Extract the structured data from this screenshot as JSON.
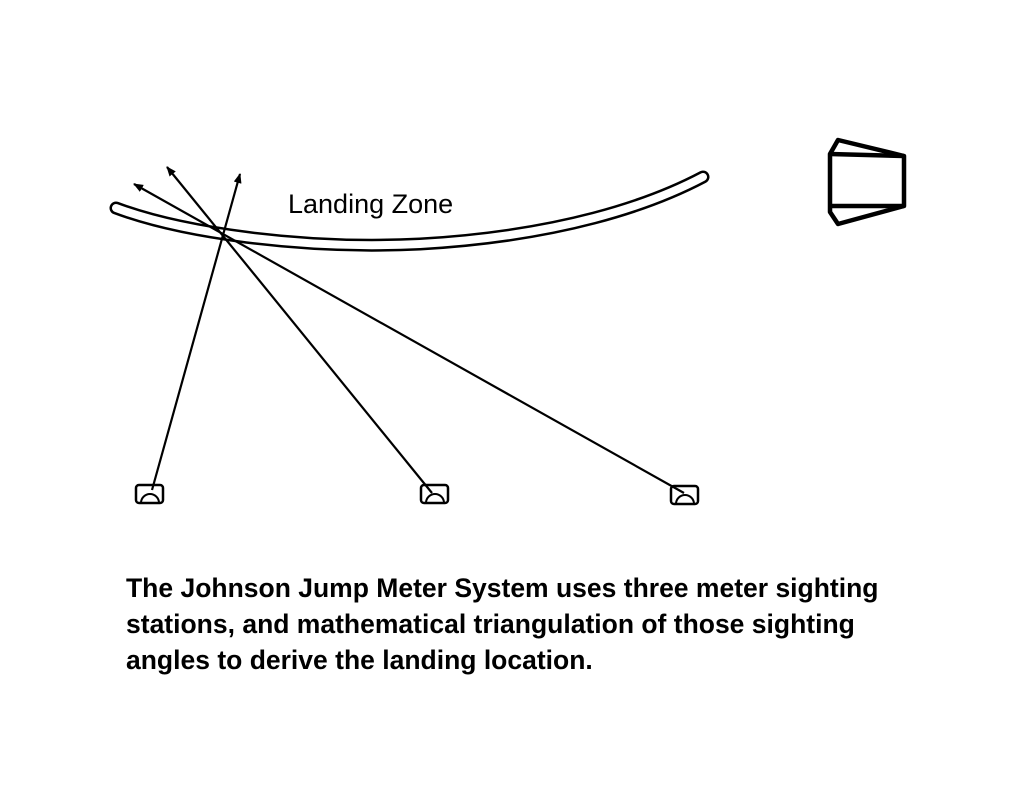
{
  "diagram": {
    "landing_zone_label": "Landing Zone",
    "stations": [
      {
        "name": "station-left"
      },
      {
        "name": "station-middle"
      },
      {
        "name": "station-right"
      }
    ],
    "icons": [
      "ramp-icon",
      "sighting-station-icon"
    ],
    "colors": {
      "stroke": "#000000",
      "background": "#ffffff"
    }
  },
  "caption": {
    "text": "The Johnson Jump Meter System uses three meter sighting stations, and mathematical triangulation of those sighting angles to derive the landing location."
  }
}
